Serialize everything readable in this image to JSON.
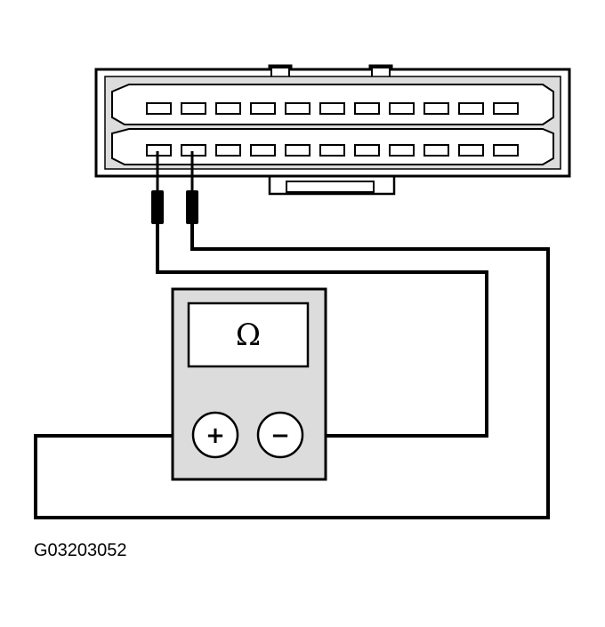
{
  "figure_id": "G03203052",
  "meter": {
    "display_symbol": "Ω",
    "positive_terminal": "+",
    "negative_terminal": "−"
  },
  "connector": {
    "top_row_pin_count": 11,
    "bottom_row_pin_count": 11
  }
}
